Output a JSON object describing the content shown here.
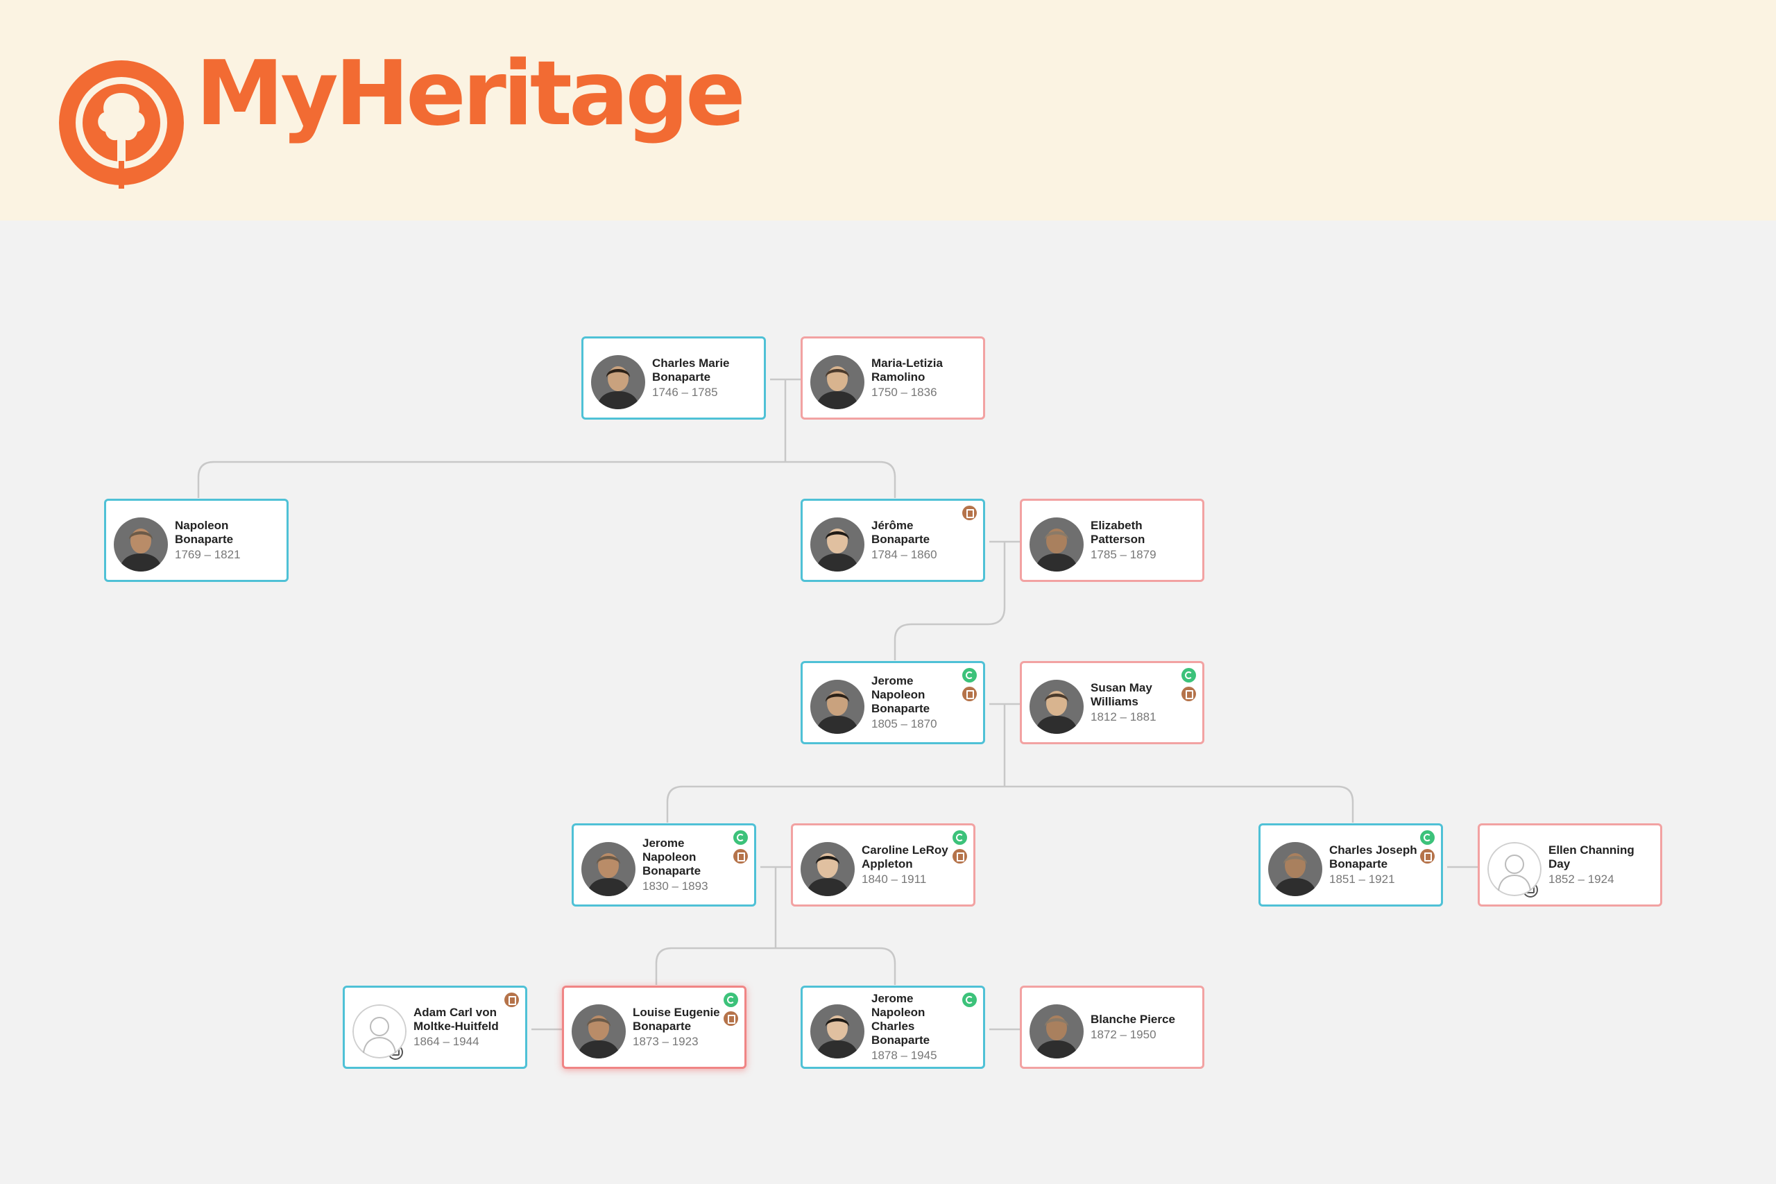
{
  "brand": {
    "name": "MyHeritage",
    "color": "#f26b33"
  },
  "tree": {
    "people": [
      {
        "id": "charles-marie",
        "name": "Charles Marie Bonaparte",
        "dates": "1746 – 1785",
        "gender": "male",
        "badges": [],
        "photo": "portrait"
      },
      {
        "id": "maria-letizia",
        "name": "Maria-Letizia Ramolino",
        "dates": "1750 – 1836",
        "gender": "female",
        "badges": [],
        "photo": "portrait"
      },
      {
        "id": "napoleon",
        "name": "Napoleon Bonaparte",
        "dates": "1769 – 1821",
        "gender": "male",
        "badges": [],
        "photo": "portrait"
      },
      {
        "id": "jerome",
        "name": "Jérôme Bonaparte",
        "dates": "1784 – 1860",
        "gender": "male",
        "badges": [
          "record"
        ],
        "photo": "portrait"
      },
      {
        "id": "elizabeth",
        "name": "Elizabeth Patterson",
        "dates": "1785 – 1879",
        "gender": "female",
        "badges": [],
        "photo": "portrait"
      },
      {
        "id": "jerome-napoleon-1805",
        "name": "Jerome Napoleon Bonaparte",
        "dates": "1805 – 1870",
        "gender": "male",
        "badges": [
          "match",
          "record"
        ],
        "photo": "portrait"
      },
      {
        "id": "susan",
        "name": "Susan May Williams",
        "dates": "1812 – 1881",
        "gender": "female",
        "badges": [
          "match",
          "record"
        ],
        "photo": "portrait"
      },
      {
        "id": "jerome-napoleon-1830",
        "name": "Jerome Napoleon Bonaparte",
        "dates": "1830 – 1893",
        "gender": "male",
        "badges": [
          "match",
          "record"
        ],
        "photo": "portrait"
      },
      {
        "id": "caroline",
        "name": "Caroline LeRoy Appleton",
        "dates": "1840 – 1911",
        "gender": "female",
        "badges": [
          "match",
          "record"
        ],
        "photo": "portrait"
      },
      {
        "id": "charles-joseph",
        "name": "Charles Joseph Bonaparte",
        "dates": "1851 – 1921",
        "gender": "male",
        "badges": [
          "match",
          "record"
        ],
        "photo": "portrait"
      },
      {
        "id": "ellen",
        "name": "Ellen Channing Day",
        "dates": "1852 – 1924",
        "gender": "female",
        "badges": [],
        "photo": "placeholder"
      },
      {
        "id": "adam",
        "name": "Adam Carl von Moltke-Huitfeld",
        "dates": "1864 – 1944",
        "gender": "male",
        "badges": [
          "record"
        ],
        "photo": "placeholder"
      },
      {
        "id": "louise",
        "name": "Louise Eugenie Bonaparte",
        "dates": "1873 – 1923",
        "gender": "female",
        "badges": [
          "match",
          "record"
        ],
        "photo": "portrait",
        "selected": true
      },
      {
        "id": "jerome-napoleon-charles",
        "name": "Jerome Napoleon Charles Bonaparte",
        "dates": "1878 – 1945",
        "gender": "male",
        "badges": [
          "match"
        ],
        "photo": "portrait"
      },
      {
        "id": "blanche",
        "name": "Blanche Pierce",
        "dates": "1872 – 1950",
        "gender": "female",
        "badges": [],
        "photo": "portrait"
      }
    ]
  }
}
